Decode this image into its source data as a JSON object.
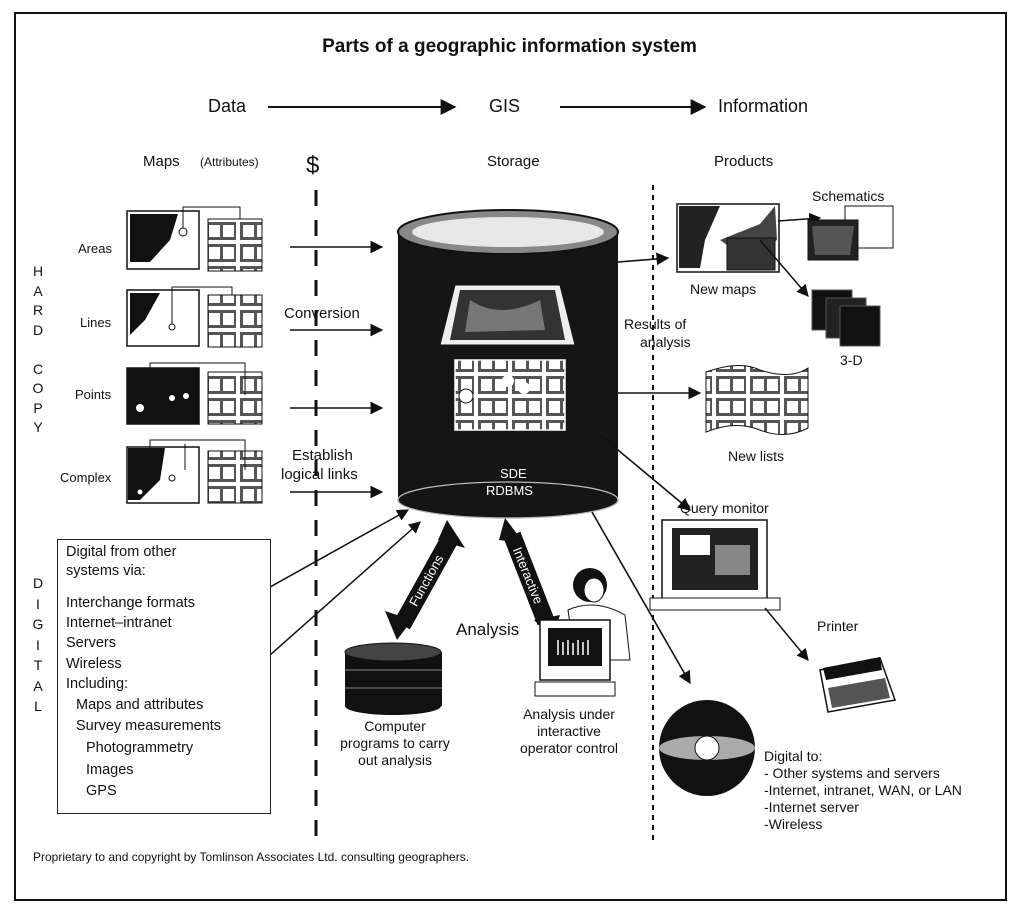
{
  "title": "Parts of a geographic information system",
  "flow": {
    "data": "Data",
    "gis": "GIS",
    "information": "Information"
  },
  "headers": {
    "maps": "Maps",
    "attributes": "(Attributes)",
    "dollar": "$",
    "storage": "Storage",
    "products": "Products"
  },
  "hard_copy": {
    "letters": [
      "H",
      "A",
      "R",
      "D",
      "",
      "C",
      "O",
      "P",
      "Y"
    ]
  },
  "digital": {
    "letters": [
      "D",
      "I",
      "G",
      "I",
      "T",
      "A",
      "L"
    ]
  },
  "map_types": [
    "Areas",
    "Lines",
    "Points",
    "Complex"
  ],
  "process": {
    "conversion": "Conversion",
    "establish_1": "Establish",
    "establish_2": "logical links",
    "sde": "SDE",
    "rdbms": "RDBMS",
    "functions": "Functions",
    "interactive": "Interactive",
    "analysis": "Analysis"
  },
  "digital_box": [
    "Digital from other",
    "systems via:",
    "Interchange formats",
    "Internet–intranet",
    "Servers",
    "Wireless",
    "Including:",
    "Maps and attributes",
    "Survey measurements",
    "Photogrammetry",
    "Images",
    "GPS"
  ],
  "computer_programs": [
    "Computer",
    "programs to carry",
    "out analysis"
  ],
  "analysis_under": [
    "Analysis under",
    "interactive",
    "operator control"
  ],
  "products": {
    "schematics": "Schematics",
    "new_maps": "New maps",
    "three_d": "3-D",
    "results_1": "Results of",
    "results_2": "analysis",
    "new_lists": "New lists",
    "query_monitor": "Query monitor",
    "printer": "Printer"
  },
  "digital_to": [
    "Digital to:",
    "- Other systems and servers",
    "-Internet, intranet, WAN, or LAN",
    "-Internet server",
    "-Wireless"
  ],
  "footer": "Proprietary to and copyright by Tomlinson Associates Ltd. consulting geographers."
}
